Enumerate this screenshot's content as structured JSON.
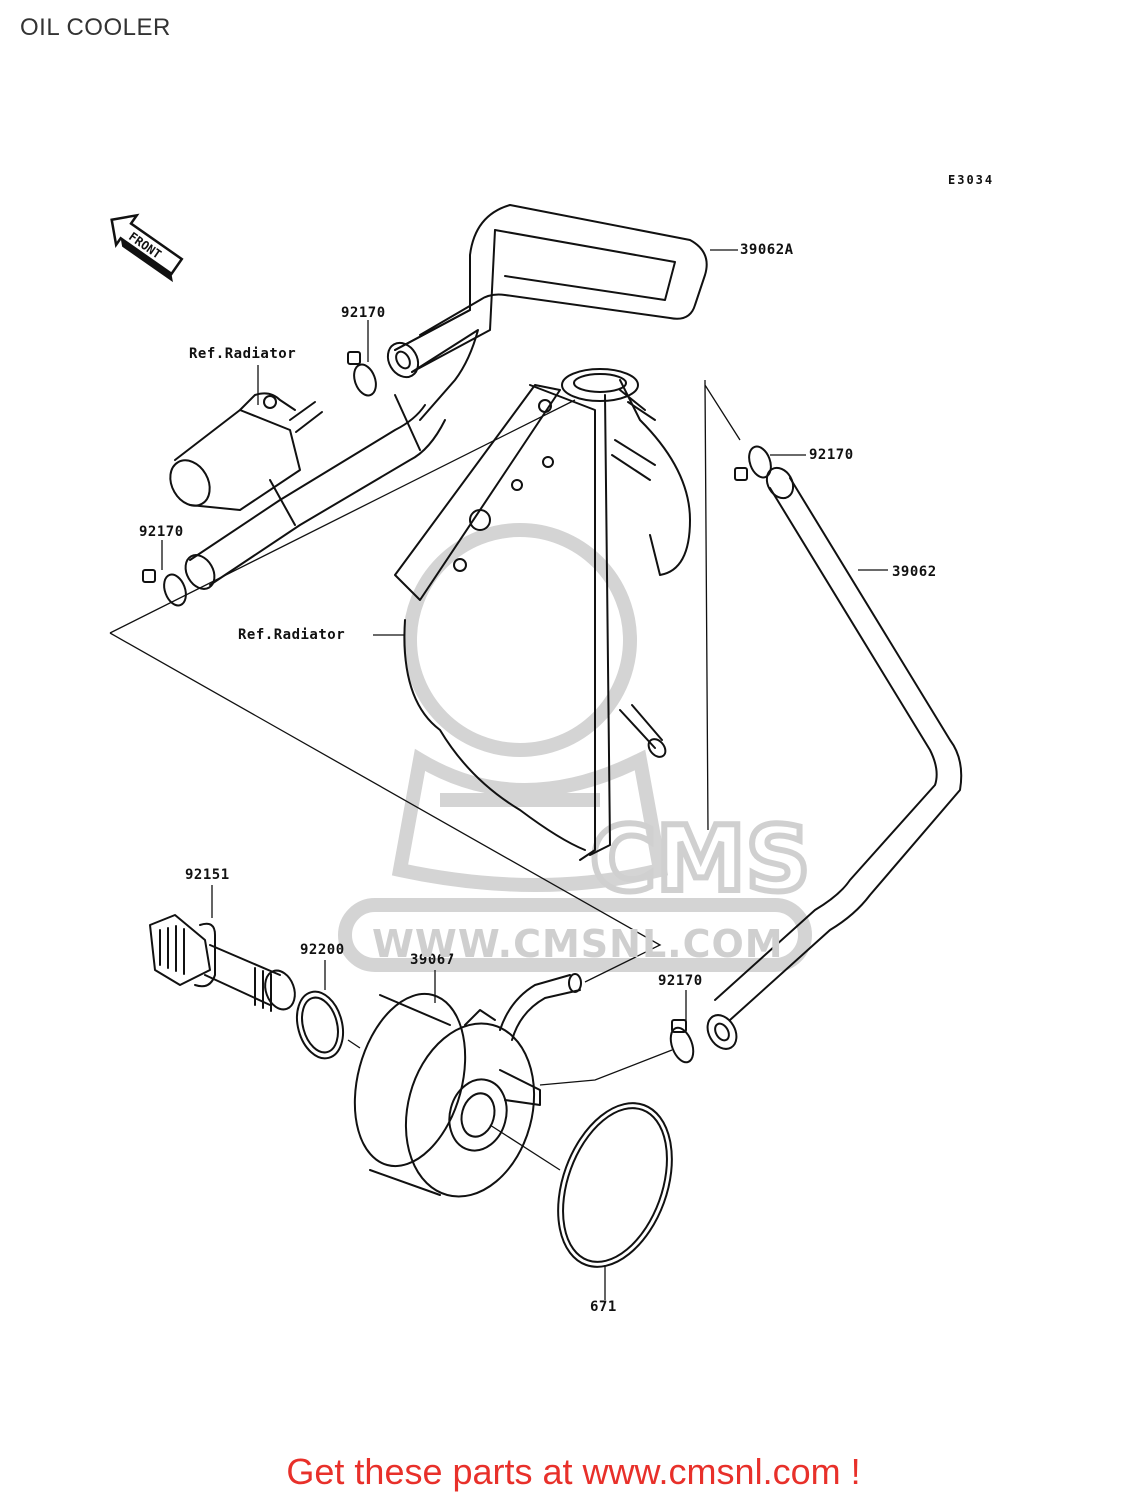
{
  "page": {
    "title": "OIL COOLER",
    "diagram_code": "E3034"
  },
  "front_marker": {
    "label": "FRONT"
  },
  "references": [
    {
      "text": "Ref.Radiator"
    },
    {
      "text": "Ref.Radiator"
    }
  ],
  "parts": [
    {
      "number": "39062A"
    },
    {
      "number": "92170"
    },
    {
      "number": "92170"
    },
    {
      "number": "39062"
    },
    {
      "number": "92170"
    },
    {
      "number": "92151"
    },
    {
      "number": "92200"
    },
    {
      "number": "39067"
    },
    {
      "number": "92170"
    },
    {
      "number": "671"
    }
  ],
  "watermark": {
    "brand": "CMS",
    "url": "WWW.CMSNL.COM"
  },
  "footer": {
    "cta": "Get these parts at www.cmsnl.com !"
  },
  "colors": {
    "cta": "#e8302a",
    "line": "#111111",
    "watermark": "#d0d0d0"
  }
}
